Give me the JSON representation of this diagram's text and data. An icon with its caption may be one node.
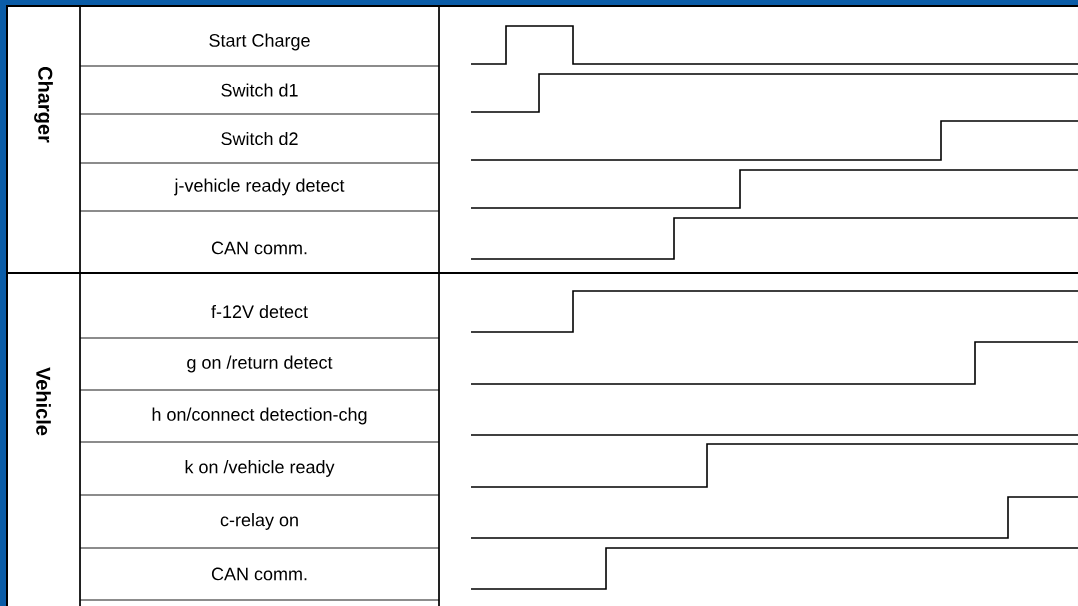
{
  "diagram": {
    "labels": [
      "Charger",
      "Start Charge",
      "Switch d1",
      "Switch d2",
      "j-vehicle ready detect",
      "CAN comm.",
      "Vehicle",
      "f-12V detect",
      "g on /return detect",
      "h on/connect detection-chg",
      "k on /vehicle ready",
      "c-relay on",
      "CAN comm."
    ]
  }
}
